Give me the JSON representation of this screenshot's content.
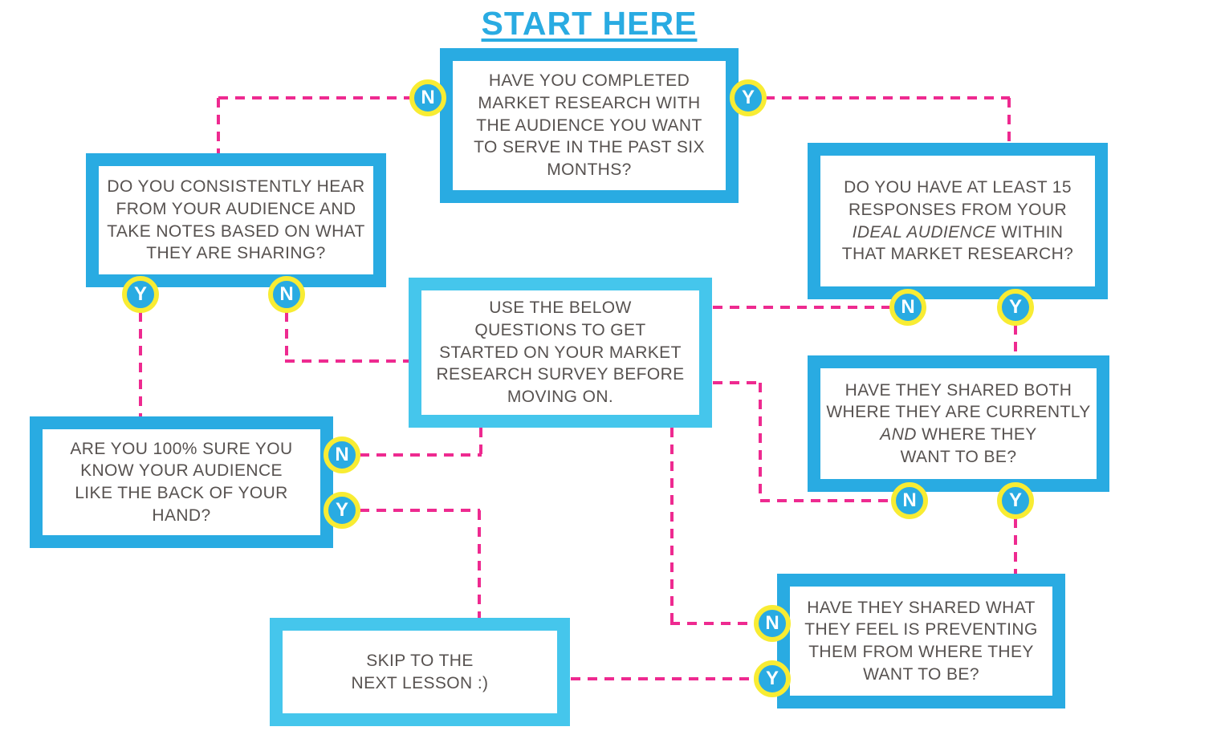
{
  "title": "START HERE",
  "colors": {
    "box_dark": "#29abe2",
    "box_light": "#45c6ec",
    "pink": "#ee2a90",
    "yellow": "#f8ec33",
    "text": "#575250",
    "white": "#ffffff"
  },
  "boxes": {
    "start": {
      "lines": [
        "HAVE YOU COMPLETED",
        "MARKET RESEARCH WITH",
        "THE AUDIENCE YOU WANT",
        "TO SERVE IN THE PAST SIX",
        "MONTHS?"
      ]
    },
    "consistently_hear": {
      "lines": [
        "DO YOU CONSISTENTLY HEAR",
        "FROM YOUR AUDIENCE AND",
        "TAKE NOTES BASED ON WHAT",
        "THEY ARE SHARING?"
      ]
    },
    "fifteen_responses": {
      "lines": [
        "DO YOU HAVE AT LEAST 15",
        "RESPONSES FROM YOUR",
        [
          {
            "t": "IDEAL AUDIENCE",
            "i": true
          },
          {
            "t": " WITHIN"
          }
        ],
        "THAT MARKET RESEARCH?"
      ]
    },
    "use_below_questions": {
      "lines": [
        "USE THE BELOW",
        "QUESTIONS TO GET",
        "STARTED ON YOUR MARKET",
        "RESEARCH SURVEY BEFORE",
        "MOVING ON."
      ]
    },
    "know_audience": {
      "lines": [
        "ARE YOU 100% SURE YOU",
        "KNOW YOUR AUDIENCE",
        "LIKE THE BACK OF YOUR",
        "HAND?"
      ]
    },
    "shared_both": {
      "lines": [
        "HAVE THEY SHARED BOTH",
        "WHERE THEY ARE CURRENTLY",
        [
          {
            "t": "AND",
            "i": true
          },
          {
            "t": " WHERE THEY"
          }
        ],
        "WANT TO BE?"
      ]
    },
    "shared_preventing": {
      "lines": [
        "HAVE THEY SHARED WHAT",
        "THEY FEEL IS PREVENTING",
        "THEM FROM WHERE THEY",
        "WANT TO BE?"
      ]
    },
    "skip_lesson": {
      "lines": [
        "SKIP TO THE",
        "NEXT LESSON :)"
      ]
    }
  },
  "badges": {
    "start_no": "N",
    "start_yes": "Y",
    "hear_yes": "Y",
    "hear_no": "N",
    "fifteen_no": "N",
    "fifteen_yes": "Y",
    "know_no": "N",
    "know_yes": "Y",
    "both_no": "N",
    "both_yes": "Y",
    "preventing_no": "N",
    "preventing_yes": "Y"
  },
  "edges": [
    {
      "from": "start",
      "label": "N",
      "to": "consistently_hear"
    },
    {
      "from": "start",
      "label": "Y",
      "to": "fifteen_responses"
    },
    {
      "from": "consistently_hear",
      "label": "Y",
      "to": "know_audience"
    },
    {
      "from": "consistently_hear",
      "label": "N",
      "to": "use_below_questions"
    },
    {
      "from": "fifteen_responses",
      "label": "N",
      "to": "use_below_questions"
    },
    {
      "from": "fifteen_responses",
      "label": "Y",
      "to": "shared_both"
    },
    {
      "from": "know_audience",
      "label": "N",
      "to": "use_below_questions"
    },
    {
      "from": "know_audience",
      "label": "Y",
      "to": "skip_lesson"
    },
    {
      "from": "shared_both",
      "label": "N",
      "to": "use_below_questions"
    },
    {
      "from": "shared_both",
      "label": "Y",
      "to": "shared_preventing"
    },
    {
      "from": "shared_preventing",
      "label": "N",
      "to": "use_below_questions"
    },
    {
      "from": "shared_preventing",
      "label": "Y",
      "to": "skip_lesson"
    }
  ]
}
